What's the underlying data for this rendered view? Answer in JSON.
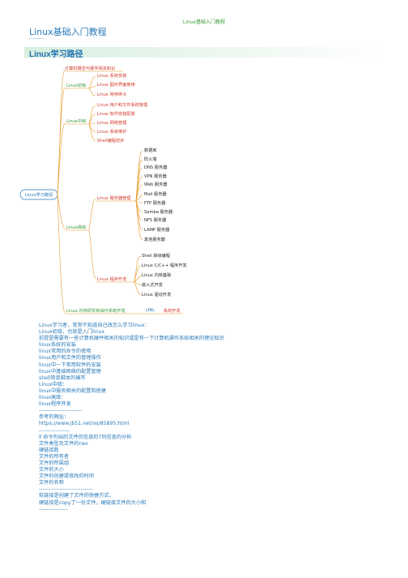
{
  "header": "Linux基础入门教程",
  "title": "Linux基础入门教程",
  "title_sep": "--------",
  "section_title": "Linux学习路径",
  "colors": {
    "red": "#d23a2a",
    "orange": "#e79a2a",
    "blue": "#2a7ab9",
    "green": "#3a9a3a"
  },
  "mindmap": {
    "root": "Linux学习路径",
    "top": "计算机概念与硬件相关知识",
    "beginner": {
      "label": "Linux初级",
      "items": [
        "Linux 系统安装",
        "Linux 图形界面使用",
        "Linux 常用命令"
      ]
    },
    "intermediate": {
      "label": "Linux中级",
      "items": [
        "Linux 用户和文件系统管理",
        "Linux 软件安装配置",
        "Linux 网络管理",
        "Linux 系统维护",
        "Shell编程初步"
      ]
    },
    "advanced": {
      "label": "Linux高级",
      "server": {
        "label": "Linux 服务器管理",
        "items": [
          "数据库",
          "防火墙",
          "DNS 服务器",
          "VPN 服务器",
          "Web 服务器",
          "Mail 服务器",
          "FTP 服务器",
          "Samba 服务器",
          "NFS 服务器",
          "LAMP 服务器",
          "其他服务器"
        ]
      },
      "dev": {
        "label": "Linux 程序开发",
        "items": [
          "Shell 高级编程",
          "Linux C/C++ 程序开发",
          "Linux 内核基础",
          "嵌入式开发",
          "Linux 驱动开发"
        ]
      }
    },
    "kernel": {
      "label": "Linux 内核研究和操作系统开发",
      "mid": "LINL",
      "item": "系统开发"
    }
  },
  "lines": [
    "Linux学习者，常常不知道自己改怎么学习linux：",
    "Linux初级，也就是入门linux",
    "前提是需要有一些计算机硬件相关的知识或是有一下计算机操作系统相关的理论知识",
    "linux系统的安装",
    "linux常用的命令的使用",
    "linux用户和文件的管理操作",
    "linux中一下常用软件的安装",
    "linux中基础网络的配置管理",
    "shell简单脚本的编写",
    "Linux中级：",
    "linux中服务相关的配置和搭建",
    "linux高级：",
    "linux程序开发",
    "------------------------",
    "参考的网址：",
    "https://www.jb51.net/os/85895.html",
    "-----------------",
    "ll 命令列出的文件的信息的7列信息的分析",
    "文件类型及文件的rwx",
    "硬链接数",
    "文件的所有者",
    "文件的所属组",
    "文件的大小",
    "文件的创建或修改的时间",
    "文件的名称",
    "------------------------------",
    "软链接是创建了文件的快捷方式，",
    "硬链接是copy了一份文件，硬链接文件的大小和",
    "----------------"
  ]
}
